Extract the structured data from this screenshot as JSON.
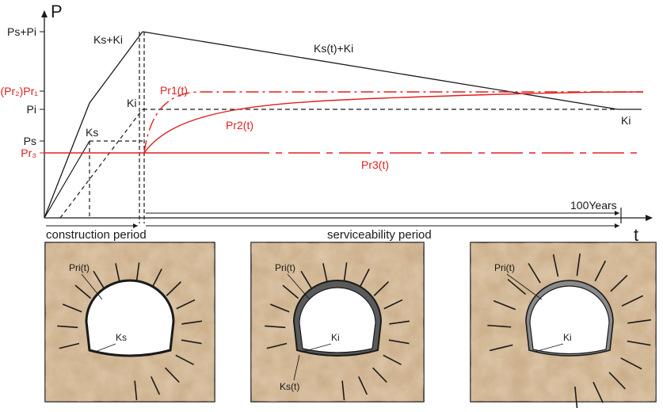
{
  "axes": {
    "y_label": "P",
    "x_label": "t",
    "x_end_label": "100Years"
  },
  "y_ticks": {
    "ps_pi": "Ps+Pi",
    "pr2_pr1": "(Pr₂)Pr₁",
    "pi": "Pi",
    "ps": "Ps",
    "pr3": "Pr₃"
  },
  "curve_labels": {
    "ks_ki": "Ks+Ki",
    "ki_mid": "Ki",
    "ks": "Ks",
    "ks_t_ki": "Ks(t)+Ki",
    "ki_end": "Ki",
    "pr1_t": "Pr1(t)",
    "pr2_t": "Pr2(t)",
    "pr3_t": "Pr3(t)"
  },
  "periods": {
    "construction": "construction period",
    "serviceability": "serviceability period"
  },
  "panels": [
    {
      "load_label": "Pri(t)",
      "lining_label": "Ks"
    },
    {
      "load_label": "Pri(t)",
      "lining_label": "Ki",
      "lining_label_2": "Ks(t)"
    },
    {
      "load_label": "Pri(t)",
      "lining_label": "Ki"
    }
  ],
  "colors": {
    "axis": "#1a1a1a",
    "red": "#e02020",
    "rock": "#c9ab86",
    "rock_dark": "#a88a64"
  }
}
